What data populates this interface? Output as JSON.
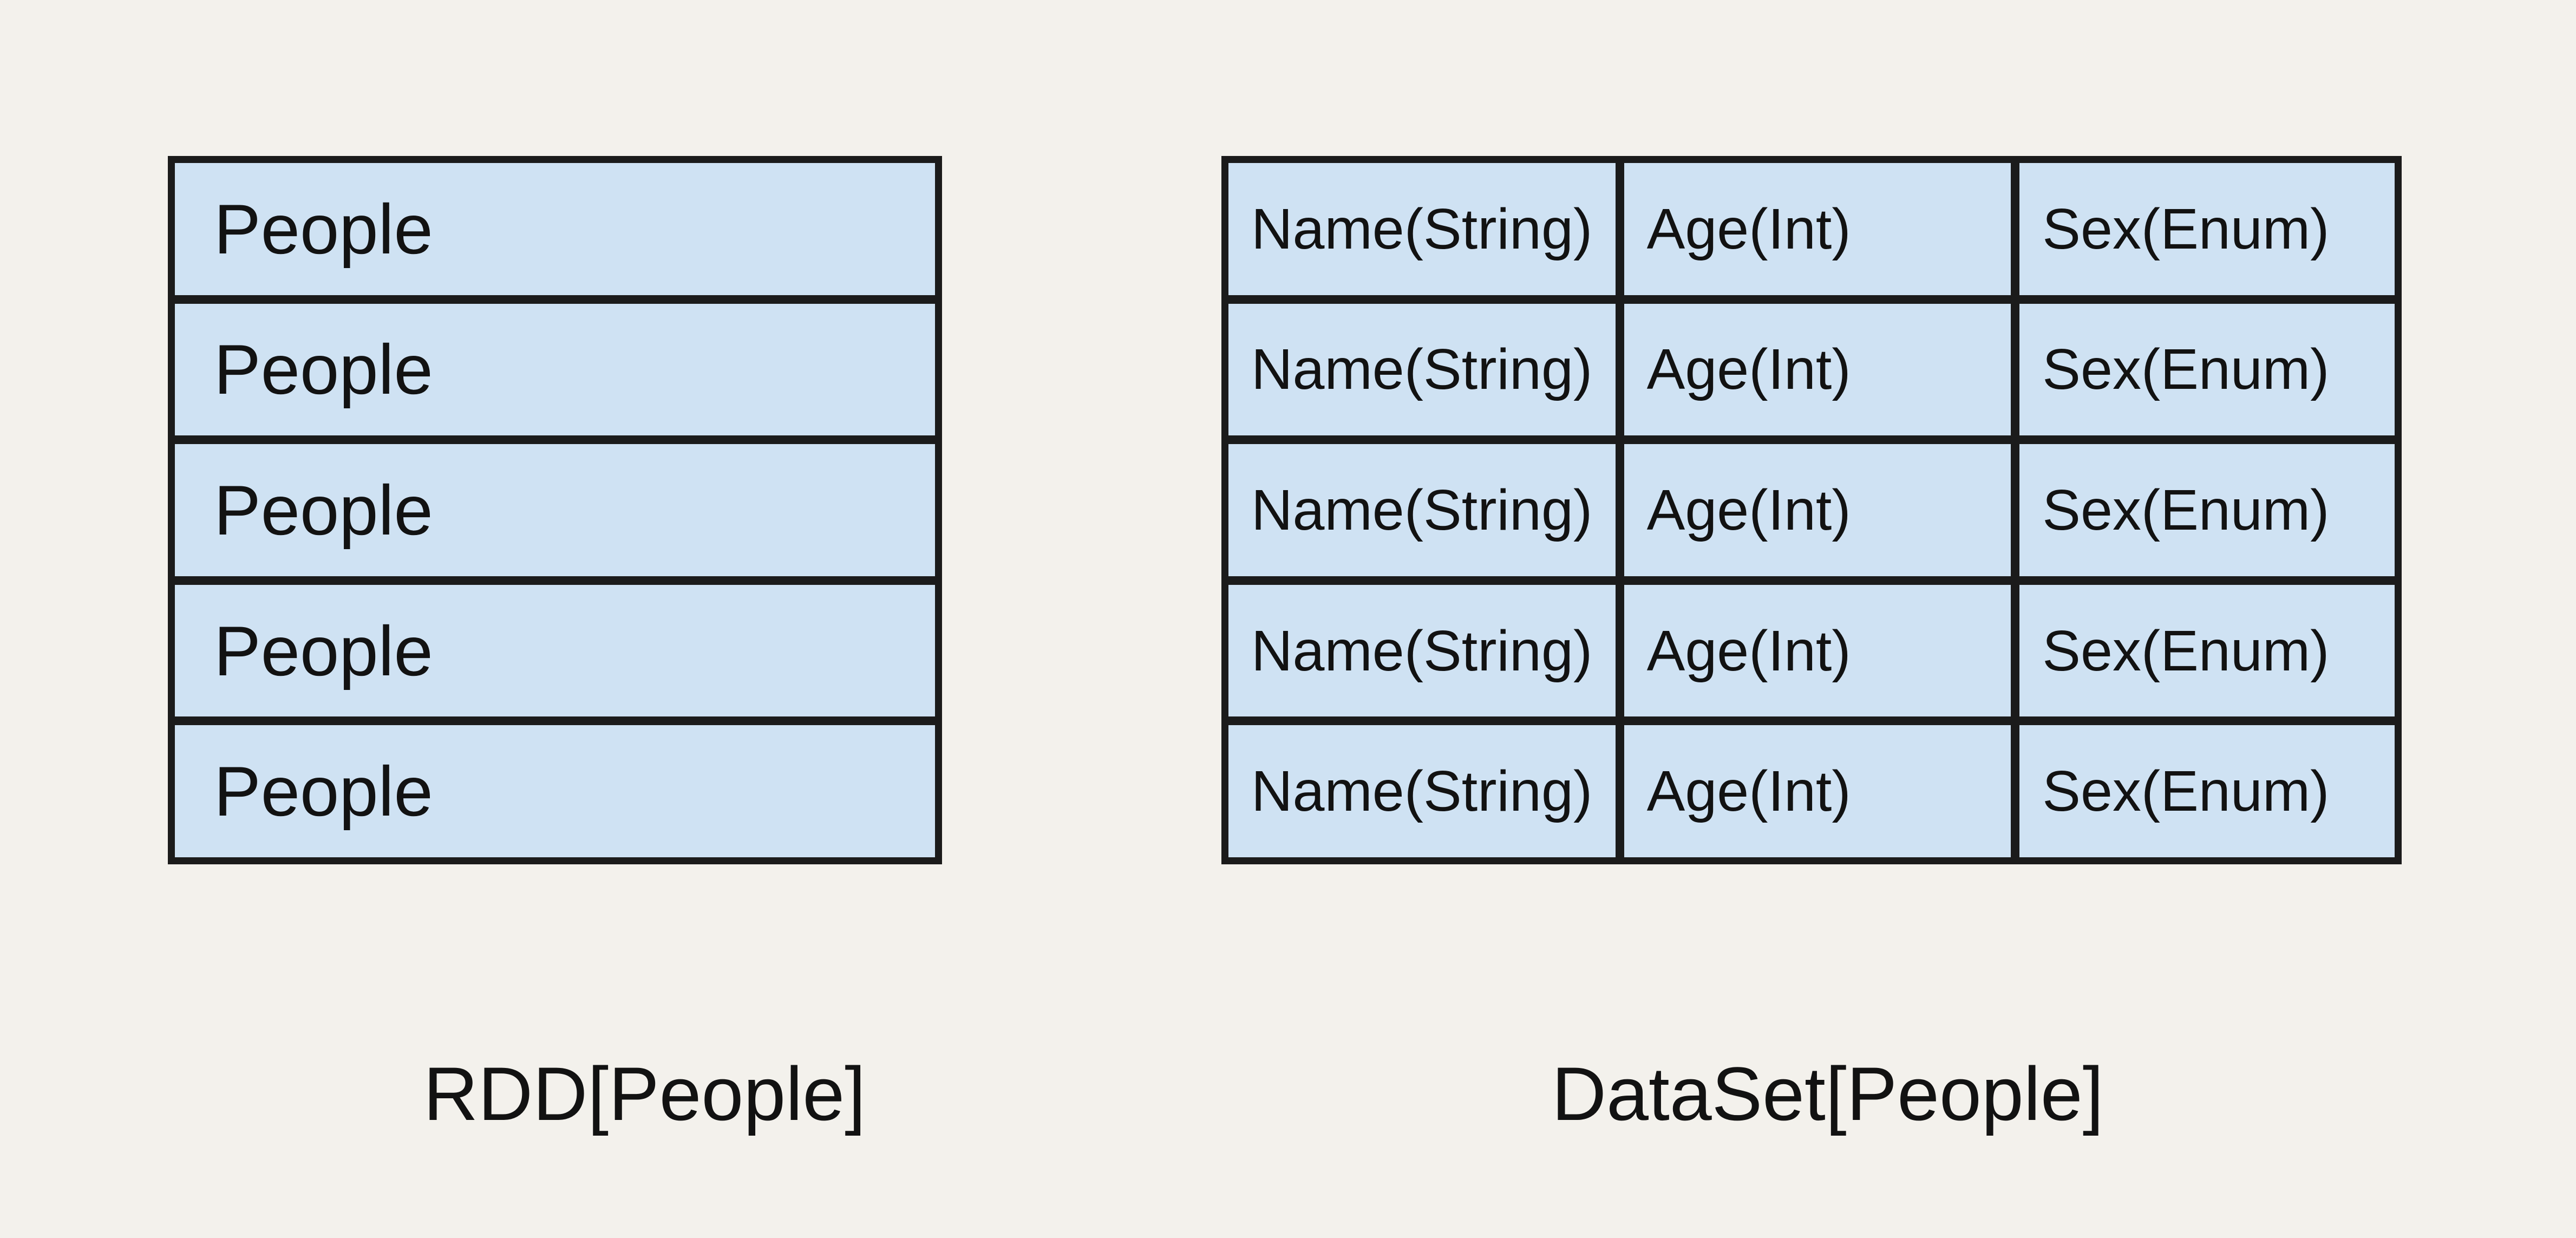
{
  "colors": {
    "background": "#f3f1ec",
    "cell_fill": "#cfe2f3",
    "border": "#1b1b1b",
    "text": "#121212"
  },
  "rdd_table": {
    "caption": "RDD[People]",
    "rows": [
      "People",
      "People",
      "People",
      "People",
      "People"
    ]
  },
  "dataset_table": {
    "caption": "DataSet[People]",
    "rows": [
      [
        "Name(String)",
        "Age(Int)",
        "Sex(Enum)"
      ],
      [
        "Name(String)",
        "Age(Int)",
        "Sex(Enum)"
      ],
      [
        "Name(String)",
        "Age(Int)",
        "Sex(Enum)"
      ],
      [
        "Name(String)",
        "Age(Int)",
        "Sex(Enum)"
      ],
      [
        "Name(String)",
        "Age(Int)",
        "Sex(Enum)"
      ]
    ]
  }
}
